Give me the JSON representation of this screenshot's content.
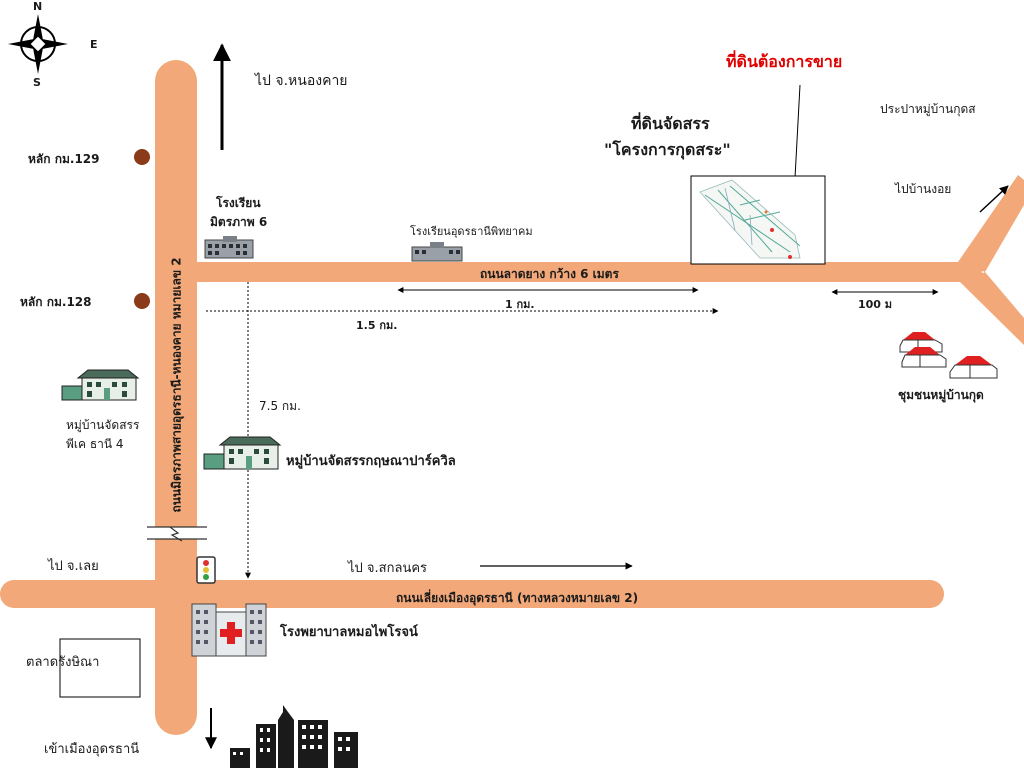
{
  "compass": {
    "n": "N",
    "s": "S",
    "e": "E"
  },
  "target_label": "ที่ดินต้องการขาย",
  "project": {
    "title": "ที่ดินจัดสรร",
    "subtitle": "\"โครงการกุดสระ\""
  },
  "labels": {
    "to_nongkhai": "ไป จ.หนองคาย",
    "km129": "หลัก กม.129",
    "km128": "หลัก กม.128",
    "school1_line1": "โรงเรียน",
    "school1_line2": "มิตรภาพ 6",
    "school2": "โรงเรียนอุดรธานีพิทยาคม",
    "water_supply": "ประปาหมู่บ้านกุดส",
    "to_ban_ngoi": "ไปบ้านงอย",
    "laterite_road": "ถนนลาดยาง กว้าง 6 เมตร",
    "dist_1km": "1 กม.",
    "dist_1_5km": "1.5 กม.",
    "dist_100m": "100 ม",
    "dist_7_5km": "7.5 กม.",
    "community": "ชุมชนหมู่บ้านกุด",
    "village_pk_line1": "หมู่บ้านจัดสรร",
    "village_pk_line2": "พีเค ธานี 4",
    "village_krit": "หมู่บ้านจัดสรรกฤษณาปาร์ควิล",
    "main_highway": "ถนนมิตรภาพสายอุดรธานี-หนองคาย หมายเลข 2",
    "to_loei": "ไป จ.เลย",
    "to_sakon": "ไป จ.สกลนคร",
    "ring_road": "ถนนเลี่ยงเมืองอุดรธานี (ทางหลวงหมายเลข 2)",
    "hospital": "โรงพยาบาลหมอไพโรจน์",
    "market": "ตลาดรังษิณา",
    "to_city": "เข้าเมืองอุดรธานี"
  },
  "colors": {
    "road": "#F2A878",
    "marker": "#8B3A1A",
    "roof": "#E02020",
    "target_text": "#E00000"
  }
}
